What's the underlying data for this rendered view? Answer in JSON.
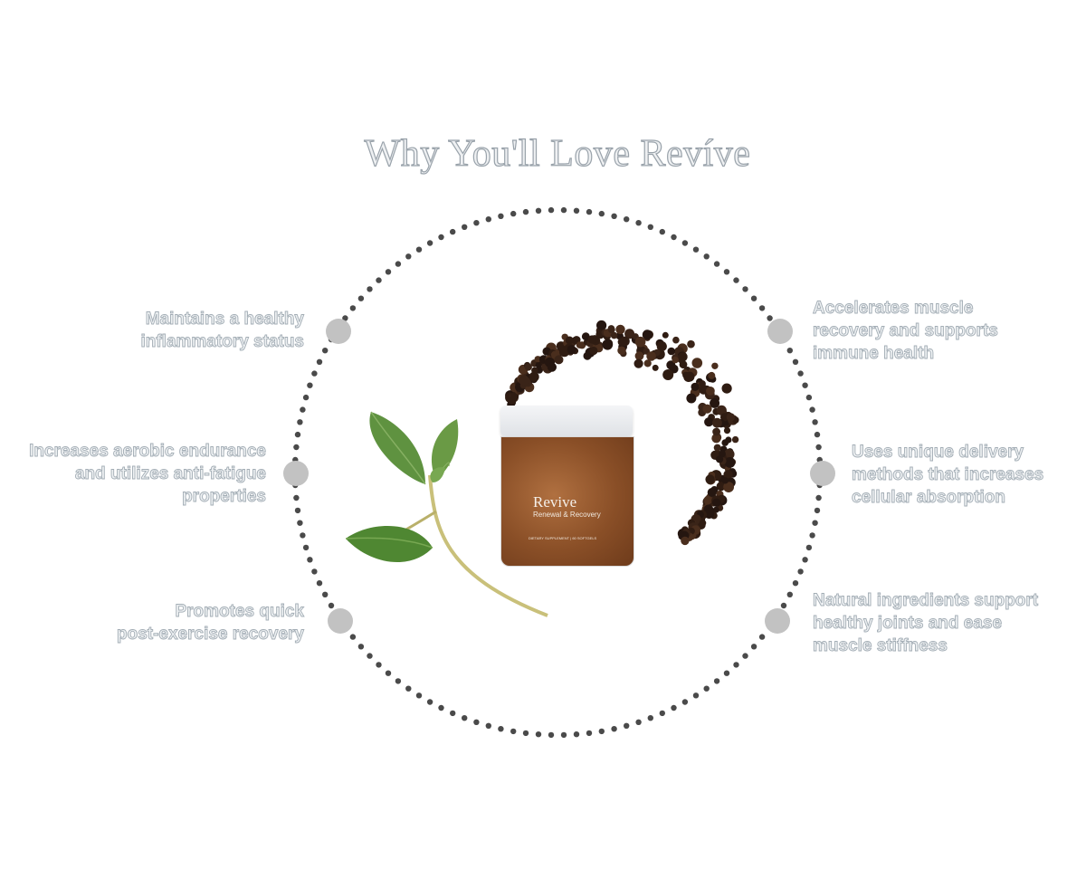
{
  "page": {
    "title": "Why You'll Love Revíve"
  },
  "features": {
    "left": [
      {
        "lines": [
          "Maintains a healthy",
          "inflammatory status"
        ]
      },
      {
        "lines": [
          "Increases aerobic endurance",
          "and utilizes anti-fatigue",
          "properties"
        ]
      },
      {
        "lines": [
          "Promotes quick",
          "post-exercise recovery"
        ]
      }
    ],
    "right": [
      {
        "lines": [
          "Accelerates muscle",
          "recovery and supports",
          "immune health"
        ]
      },
      {
        "lines": [
          "Uses unique delivery",
          "methods that increases",
          "cellular absorption"
        ]
      },
      {
        "lines": [
          "Natural ingredients support",
          "healthy joints and ease",
          "muscle stiffness"
        ]
      }
    ]
  },
  "product": {
    "brand": "Revive",
    "subtitle": "Renewal & Recovery",
    "small_print": "DIETARY SUPPLEMENT | 60 SOFTGELS"
  },
  "colors": {
    "title_fill": "#eef0f2",
    "title_outline": "#9aa3ab",
    "marker": "#c2c2c2",
    "ring_dots": "#4a4a4a",
    "peppercorn": "#3a2418",
    "mint_leaf": "#5a8f3a"
  },
  "icons": [
    "mint-sprig-illustration",
    "peppercorn-swirl-illustration",
    "supplement-jar-image"
  ]
}
